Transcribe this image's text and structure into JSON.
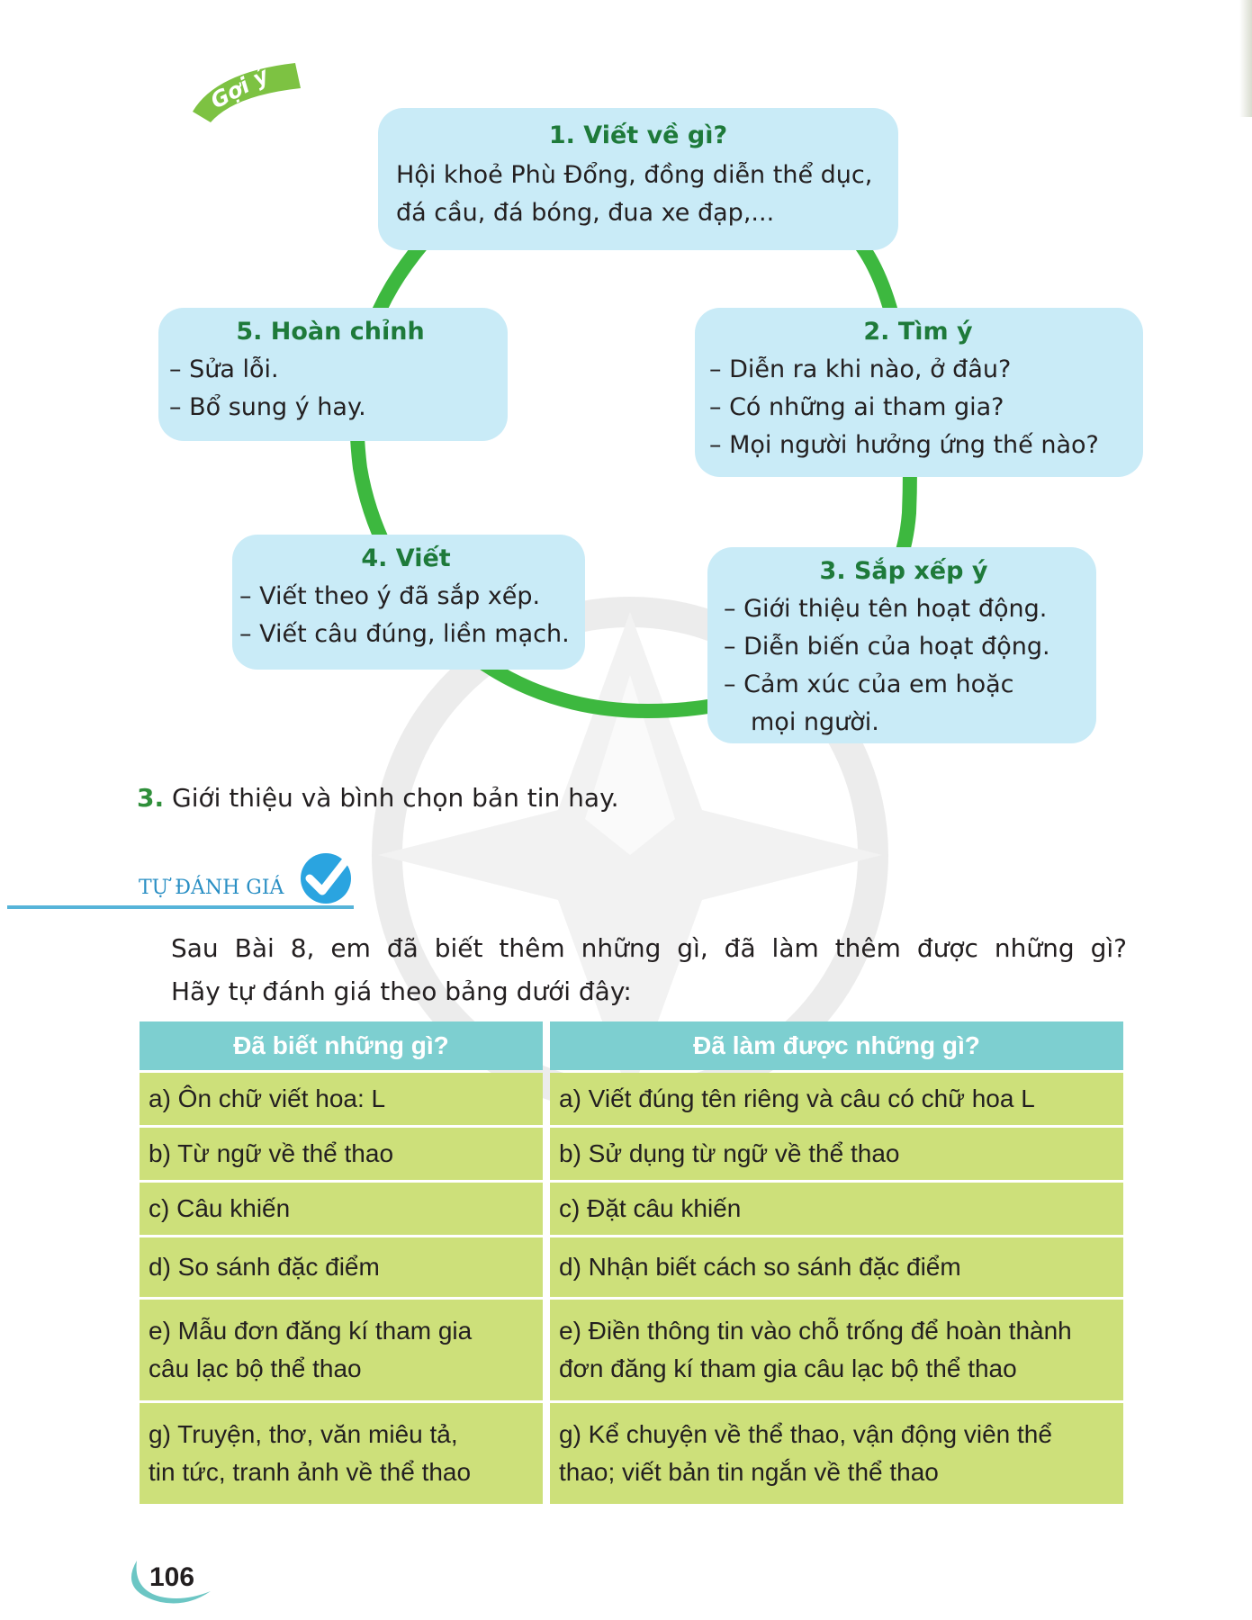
{
  "hint_tag": {
    "label": "Gợi ý",
    "color": "#7dc242"
  },
  "cycle": {
    "ring_color": "#3db83f",
    "bubble_color": "#c9ebf7",
    "title_color": "#1e7a3a",
    "steps": [
      {
        "title": "1. Viết về gì?",
        "lines": [
          "Hội khoẻ Phù Đổng, đồng diễn thể dục,",
          "đá cầu, đá bóng, đua xe đạp,..."
        ]
      },
      {
        "title": "2. Tìm ý",
        "lines": [
          "– Diễn ra khi nào, ở đâu?",
          "– Có những ai tham gia?",
          "– Mọi người hưởng ứng thế nào?"
        ]
      },
      {
        "title": "3. Sắp xếp ý",
        "lines": [
          "– Giới thiệu tên hoạt động.",
          "– Diễn biến của hoạt động.",
          "– Cảm xúc của em hoặc",
          "mọi người."
        ]
      },
      {
        "title": "4. Viết",
        "lines": [
          "– Viết theo ý đã sắp xếp.",
          "– Viết câu đúng, liền mạch."
        ]
      },
      {
        "title": "5. Hoàn chỉnh",
        "lines": [
          "– Sửa lỗi.",
          "– Bổ sung ý hay."
        ]
      }
    ]
  },
  "task3": {
    "number": "3.",
    "text": " Giới thiệu và bình chọn bản tin hay."
  },
  "self_eval": {
    "heading": "TỰ ĐÁNH GIÁ",
    "accent": "#2a8fc4",
    "intro_line1": [
      "Sau",
      "Bài",
      "8,",
      "em",
      "đã",
      "biết",
      "thêm",
      "những",
      "gì,",
      "đã",
      "làm",
      "thêm",
      "được",
      "những",
      "gì?"
    ],
    "intro_line2": "Hãy tự đánh giá theo bảng dưới đây:"
  },
  "table": {
    "header_color": "#7dcfd0",
    "cell_color": "#cde07a",
    "headers": [
      "Đã biết những gì?",
      "Đã làm được những gì?"
    ],
    "rows": [
      [
        "a) Ôn chữ viết hoa: L",
        "a) Viết đúng tên riêng và câu có chữ hoa L"
      ],
      [
        "b) Từ ngữ về thể thao",
        "b) Sử dụng từ ngữ về thể thao"
      ],
      [
        "c) Câu khiến",
        "c) Đặt câu khiến"
      ],
      [
        "d) So sánh đặc điểm",
        "d) Nhận biết cách so sánh đặc điểm"
      ],
      [
        "e) Mẫu đơn đăng kí tham gia câu lạc bộ thể thao",
        "e) Điền thông tin vào chỗ trống để hoàn thành đơn đăng kí tham gia câu lạc bộ thể thao"
      ],
      [
        "g) Truyện, thơ, văn miêu tả, tin tức, tranh ảnh về thể thao",
        "g) Kể chuyện về thể thao, vận động viên thể thao; viết bản tin ngắn về thể thao"
      ]
    ],
    "wrapped": {
      "r5c1": [
        "e) Mẫu đơn đăng kí tham gia",
        "câu lạc bộ thể thao"
      ],
      "r5c2": [
        "e) Điền thông tin vào chỗ trống để hoàn thành",
        "đơn đăng kí tham gia câu lạc bộ thể thao"
      ],
      "r6c1": [
        "g) Truyện, thơ, văn miêu tả,",
        "tin tức, tranh ảnh về thể thao"
      ],
      "r6c2": [
        "g) Kể chuyện về thể thao, vận động viên thể",
        "thao; viết bản tin ngắn về thể thao"
      ]
    }
  },
  "page": {
    "number": "106",
    "accent": "#6cc6c4"
  }
}
